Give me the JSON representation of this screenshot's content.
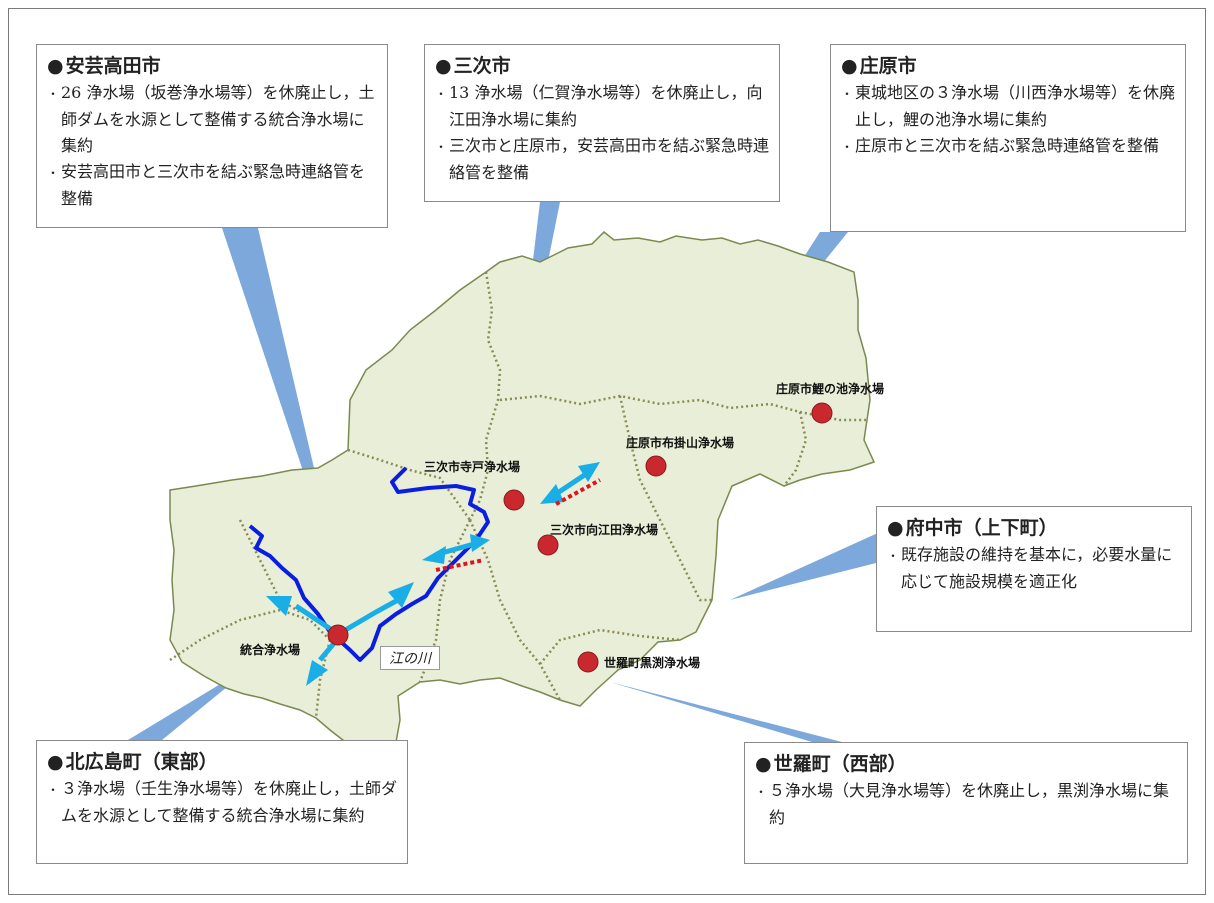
{
  "colors": {
    "map_fill": "#e8eed8",
    "map_border": "#7a8a4e",
    "boundary": "#8a8a55",
    "river": "#0a1ee0",
    "arrow": "#19aee6",
    "pointer": "#6f9fd8",
    "marker": "#c8282e",
    "pipe_dash": "#e0141e"
  },
  "callouts": {
    "akitakata": {
      "title": "安芸高田市",
      "items": [
        "26 浄水場（坂巻浄水場等）を休廃止し，土師ダムを水源として整備する統合浄水場に集約",
        "安芸高田市と三次市を結ぶ緊急時連絡管を整備"
      ]
    },
    "miyoshi": {
      "title": "三次市",
      "items": [
        "13 浄水場（仁賀浄水場等）を休廃止し，向江田浄水場に集約",
        "三次市と庄原市，安芸高田市を結ぶ緊急時連絡管を整備"
      ]
    },
    "shobara": {
      "title": "庄原市",
      "items": [
        "東城地区の３浄水場（川西浄水場等）を休廃止し，鯉の池浄水場に集約",
        "庄原市と三次市を結ぶ緊急時連絡管を整備"
      ]
    },
    "fuchu": {
      "title": "府中市（上下町）",
      "items": [
        "既存施設の維持を基本に，必要水量に応じて施設規模を適正化"
      ]
    },
    "kitahiroshima": {
      "title": "北広島町（東部）",
      "items": [
        "３浄水場（壬生浄水場等）を休廃止し，土師ダムを水源として整備する統合浄水場に集約"
      ]
    },
    "sera": {
      "title": "世羅町（西部）",
      "items": [
        "５浄水場（大見浄水場等）を休廃止し，黒渕浄水場に集約"
      ]
    }
  },
  "facilities": {
    "koinoike": "庄原市鯉の池浄水場",
    "nunokakeyama": "庄原市布掛山浄水場",
    "terado": "三次市寺戸浄水場",
    "mukoeda": "三次市向江田浄水場",
    "togo": "統合浄水場",
    "kurobuchi": "世羅町黒渕浄水場"
  },
  "river_label": "江の川"
}
